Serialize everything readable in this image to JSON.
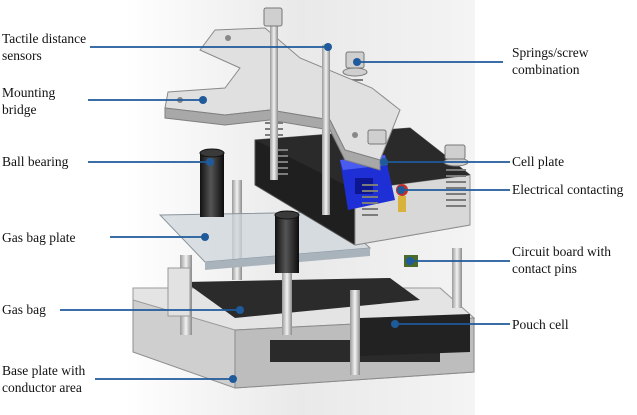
{
  "labels": {
    "tactile": "Tactile distance\nsensors",
    "bridge": "Mounting\nbridge",
    "bearing": "Ball bearing",
    "gasplate": "Gas bag plate",
    "gasbag": "Gas bag",
    "baseplate": "Base plate with\nconductor area",
    "springs": "Springs/screw\ncombination",
    "cellplate": "Cell plate",
    "contacting": "Electrical contacting",
    "circuit": "Circuit board with\ncontact pins",
    "pouch": "Pouch cell"
  },
  "colors": {
    "leader": "#1f5a9a",
    "metal_light": "#d9d9d9",
    "metal_mid": "#b8b8b8",
    "metal_dark": "#8a8a8a",
    "black_plate": "#1e1e1e",
    "blue_block": "#1f2fd6",
    "background_gradient": "#e6e6e6"
  }
}
